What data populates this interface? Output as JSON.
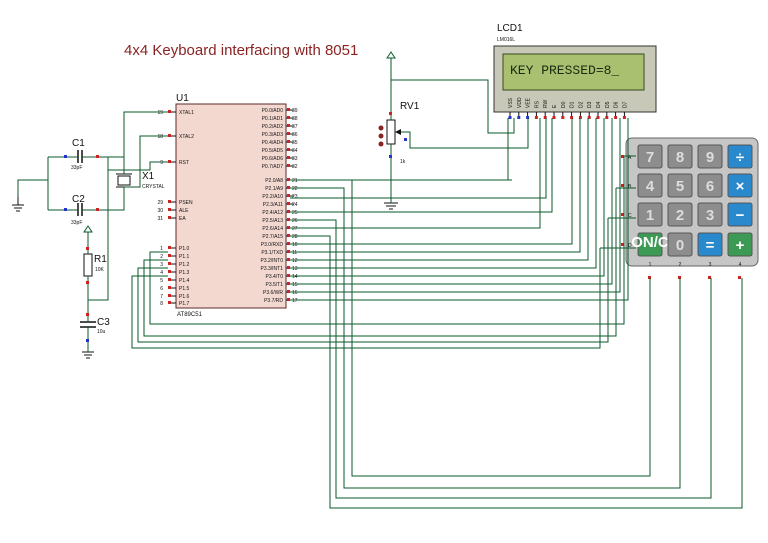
{
  "title": "4x4 Keyboard interfacing with 8051",
  "mcu": {
    "ref": "U1",
    "part": "AT89C51",
    "left_pins": [
      {
        "num": "19",
        "name": "XTAL1"
      },
      {
        "num": "18",
        "name": "XTAL2"
      },
      {
        "num": "9",
        "name": "RST"
      },
      {
        "num": "29",
        "name": "PSEN"
      },
      {
        "num": "30",
        "name": "ALE"
      },
      {
        "num": "31",
        "name": "EA"
      },
      {
        "num": "1",
        "name": "P1.0"
      },
      {
        "num": "2",
        "name": "P1.1"
      },
      {
        "num": "3",
        "name": "P1.2"
      },
      {
        "num": "4",
        "name": "P1.3"
      },
      {
        "num": "5",
        "name": "P1.4"
      },
      {
        "num": "6",
        "name": "P1.5"
      },
      {
        "num": "7",
        "name": "P1.6"
      },
      {
        "num": "8",
        "name": "P1.7"
      }
    ],
    "right_pins": [
      {
        "num": "39",
        "name": "P0.0/AD0"
      },
      {
        "num": "38",
        "name": "P0.1/AD1"
      },
      {
        "num": "37",
        "name": "P0.2/AD2"
      },
      {
        "num": "36",
        "name": "P0.3/AD3"
      },
      {
        "num": "35",
        "name": "P0.4/AD4"
      },
      {
        "num": "34",
        "name": "P0.5/AD5"
      },
      {
        "num": "33",
        "name": "P0.6/AD6"
      },
      {
        "num": "32",
        "name": "P0.7/AD7"
      },
      {
        "num": "21",
        "name": "P2.0/A8"
      },
      {
        "num": "22",
        "name": "P2.1/A9"
      },
      {
        "num": "23",
        "name": "P2.2/A10"
      },
      {
        "num": "24",
        "name": "P2.3/A11"
      },
      {
        "num": "25",
        "name": "P2.4/A12"
      },
      {
        "num": "26",
        "name": "P2.5/A13"
      },
      {
        "num": "27",
        "name": "P2.6/A14"
      },
      {
        "num": "28",
        "name": "P2.7/A15"
      },
      {
        "num": "10",
        "name": "P3.0/RXD"
      },
      {
        "num": "11",
        "name": "P3.1/TXD"
      },
      {
        "num": "12",
        "name": "P3.2/INT0"
      },
      {
        "num": "13",
        "name": "P3.3/INT1"
      },
      {
        "num": "14",
        "name": "P3.4/T0"
      },
      {
        "num": "15",
        "name": "P3.5/T1"
      },
      {
        "num": "16",
        "name": "P3.6/WR"
      },
      {
        "num": "17",
        "name": "P3.7/RD"
      }
    ]
  },
  "lcd": {
    "ref": "LCD1",
    "part": "LM016L",
    "display": "KEY PRESSED=8_",
    "pins": [
      "VSS",
      "VDD",
      "VEE",
      "RS",
      "RW",
      "E",
      "D0",
      "D1",
      "D2",
      "D3",
      "D4",
      "D5",
      "D6",
      "D7"
    ]
  },
  "pot": {
    "ref": "RV1",
    "value": "1k"
  },
  "c1": {
    "ref": "C1",
    "value": "33pF"
  },
  "c2": {
    "ref": "C2",
    "value": "33pF"
  },
  "c3": {
    "ref": "C3",
    "value": "10u"
  },
  "r1": {
    "ref": "R1",
    "value": "10K"
  },
  "crystal": {
    "ref": "X1",
    "value": "CRYSTAL"
  },
  "keypad": {
    "row_labels": [
      "A",
      "B",
      "C",
      "D"
    ],
    "col_labels": [
      "1",
      "2",
      "3",
      "4"
    ],
    "keys": [
      [
        "7",
        "8",
        "9",
        "÷"
      ],
      [
        "4",
        "5",
        "6",
        "×"
      ],
      [
        "1",
        "2",
        "3",
        "−"
      ],
      [
        "ON/C",
        "0",
        "=",
        "+"
      ]
    ]
  },
  "colors": {
    "wire": "#0a5a2a",
    "title": "#8b2323",
    "lcd_bg": "#a8c070",
    "chip_fill": "#f3d8d0",
    "keypad_bg": "#c6c6c6",
    "key_grey": "#8d8d8d",
    "key_blue": "#2a88cc",
    "key_green": "#3d9a55",
    "pin_red": "#cc2222",
    "pin_blue": "#2233cc"
  }
}
